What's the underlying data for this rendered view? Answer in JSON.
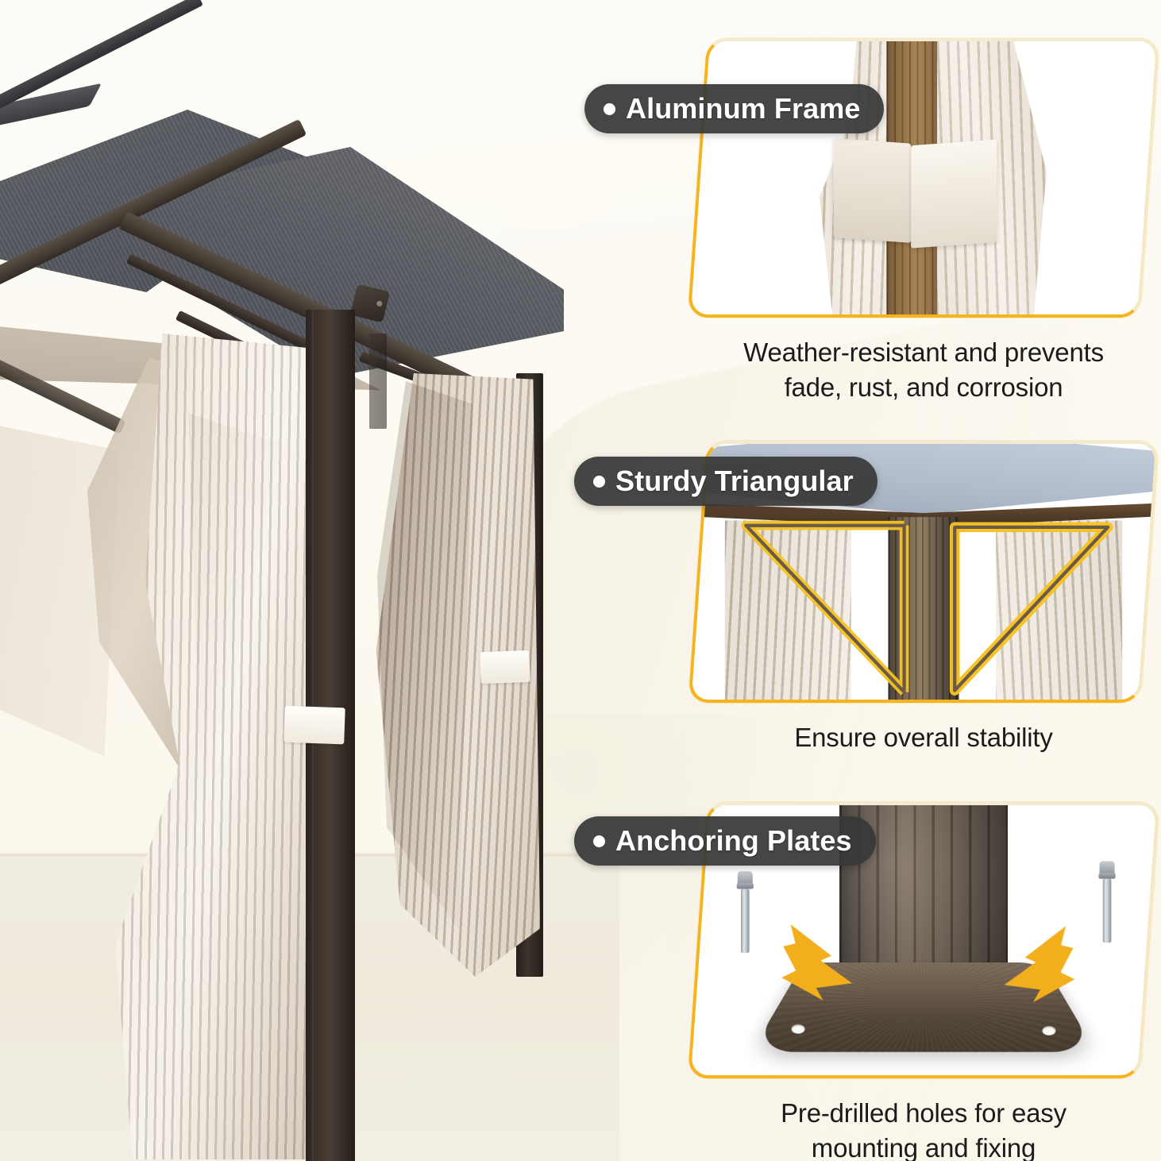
{
  "theme": {
    "background": "#FBF8EF",
    "accent_yellow": "#F6B31C",
    "badge_bg": "#383839",
    "badge_text": "#FFFFFF",
    "caption_text": "#1B1B1B"
  },
  "product": {
    "name": "hardtop-gazebo-with-curtains",
    "roof_color": "#585A61",
    "frame_color": "#3B322B",
    "curtain_color": "#E7DCCD"
  },
  "features": [
    {
      "id": "aluminum-frame",
      "badge": "Aluminum Frame",
      "bullet": "•",
      "caption_lines": [
        "Weather-resistant and prevents",
        "fade, rust, and corrosion"
      ],
      "photo_alt": "close-up of beige curtain tieback wrapped around a brown aluminum gazebo post"
    },
    {
      "id": "sturdy-triangular",
      "badge": "Sturdy Triangular",
      "bullet": "•",
      "caption_lines": [
        "Ensure overall stability"
      ],
      "photo_alt": "gazebo roof corner showing yellow-highlighted triangular corner braces"
    },
    {
      "id": "anchoring-plates",
      "badge": "Anchoring Plates",
      "bullet": "•",
      "caption_lines": [
        "Pre-drilled holes for easy",
        "mounting and fixing"
      ],
      "photo_alt": "bronze anchoring base plate at the foot of the post with two anchor bolts and yellow arrows"
    }
  ]
}
